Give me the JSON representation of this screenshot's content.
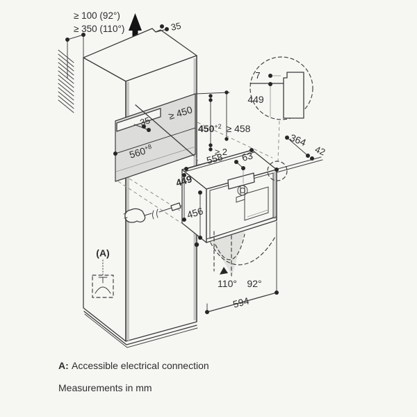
{
  "colors": {
    "bg": "#f6f6f3",
    "line": "#3b3b3b",
    "gray-fill": "#dcdcda",
    "edge-gray": "#c7c7c5",
    "ink": "#2d2d2d",
    "black": "#141414"
  },
  "labels": {
    "top_clearance_1": "≥ 100 (92°)",
    "top_clearance_2": "≥ 350 (110°)",
    "top_back_gap": "35",
    "niche_depth": "≥ 450",
    "niche_side_gap": "35",
    "niche_width": "560",
    "niche_width_tol": "+8",
    "niche_height": "450",
    "niche_height_tol": "+2",
    "niche_height_alt": " ≥ 458",
    "rear_gap": "≥ 2",
    "appliance_width": "558",
    "spout_offset": "63",
    "appliance_height": "449",
    "appliance_height_door": "456",
    "detail_gap": "7",
    "detail_height": "449",
    "side_depth": "364",
    "side_offset": "42",
    "door_angle_wide": "110°",
    "door_angle_narrow": "92°",
    "door_open_width": "594",
    "connection_label": "(A)",
    "footnote_key": "A:",
    "footnote_text": "Accessible electrical connection",
    "footnote_units": "Measurements in mm"
  }
}
